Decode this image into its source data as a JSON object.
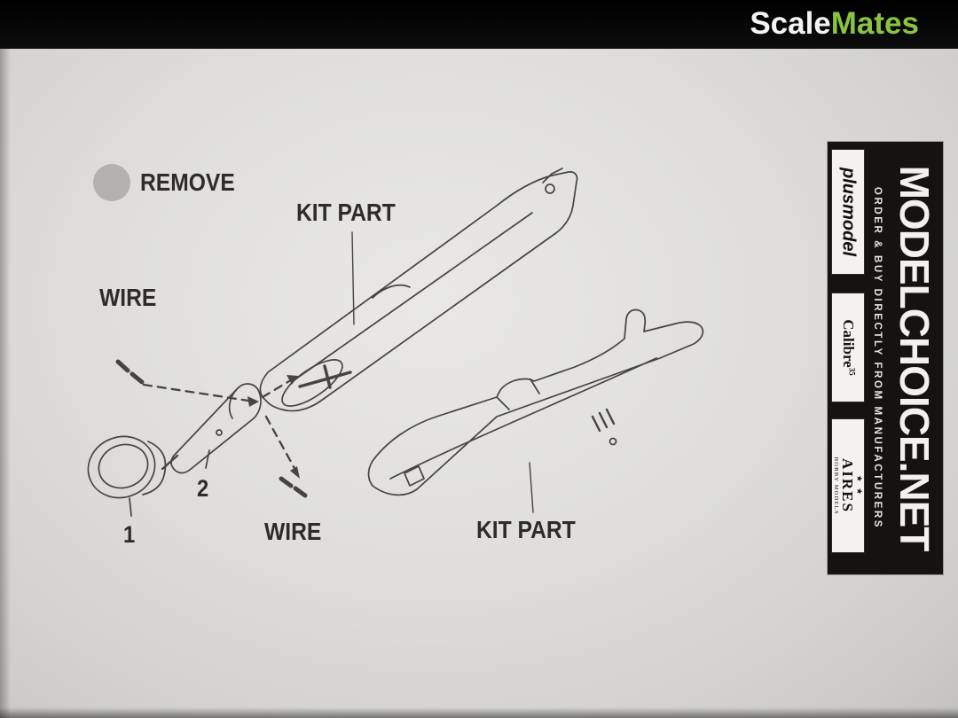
{
  "header": {
    "logo_left": "Scale",
    "logo_right": "Mates"
  },
  "diagram": {
    "remove": "REMOVE",
    "kit_part_top": "KIT PART",
    "kit_part_bottom": "KIT PART",
    "wire_top": "WIRE",
    "wire_bottom": "WIRE",
    "num1": "1",
    "num2": "2"
  },
  "sidebar": {
    "site": "MODELCHOICE.NET",
    "tagline": "ORDER & BUY DIRECTLY FROM MANUFACTURERS",
    "logo_plusmodel": "plusmodel",
    "logo_calibre": "Calibre",
    "logo_calibre_sub": "35",
    "logo_aires": "AIRES",
    "logo_aires_sub": "HOBBY MODELS",
    "aires_stars": "★ ★"
  },
  "colors": {
    "accent_green": "#8ac341",
    "line": "#45443f",
    "sheet": "#dfdeda"
  }
}
